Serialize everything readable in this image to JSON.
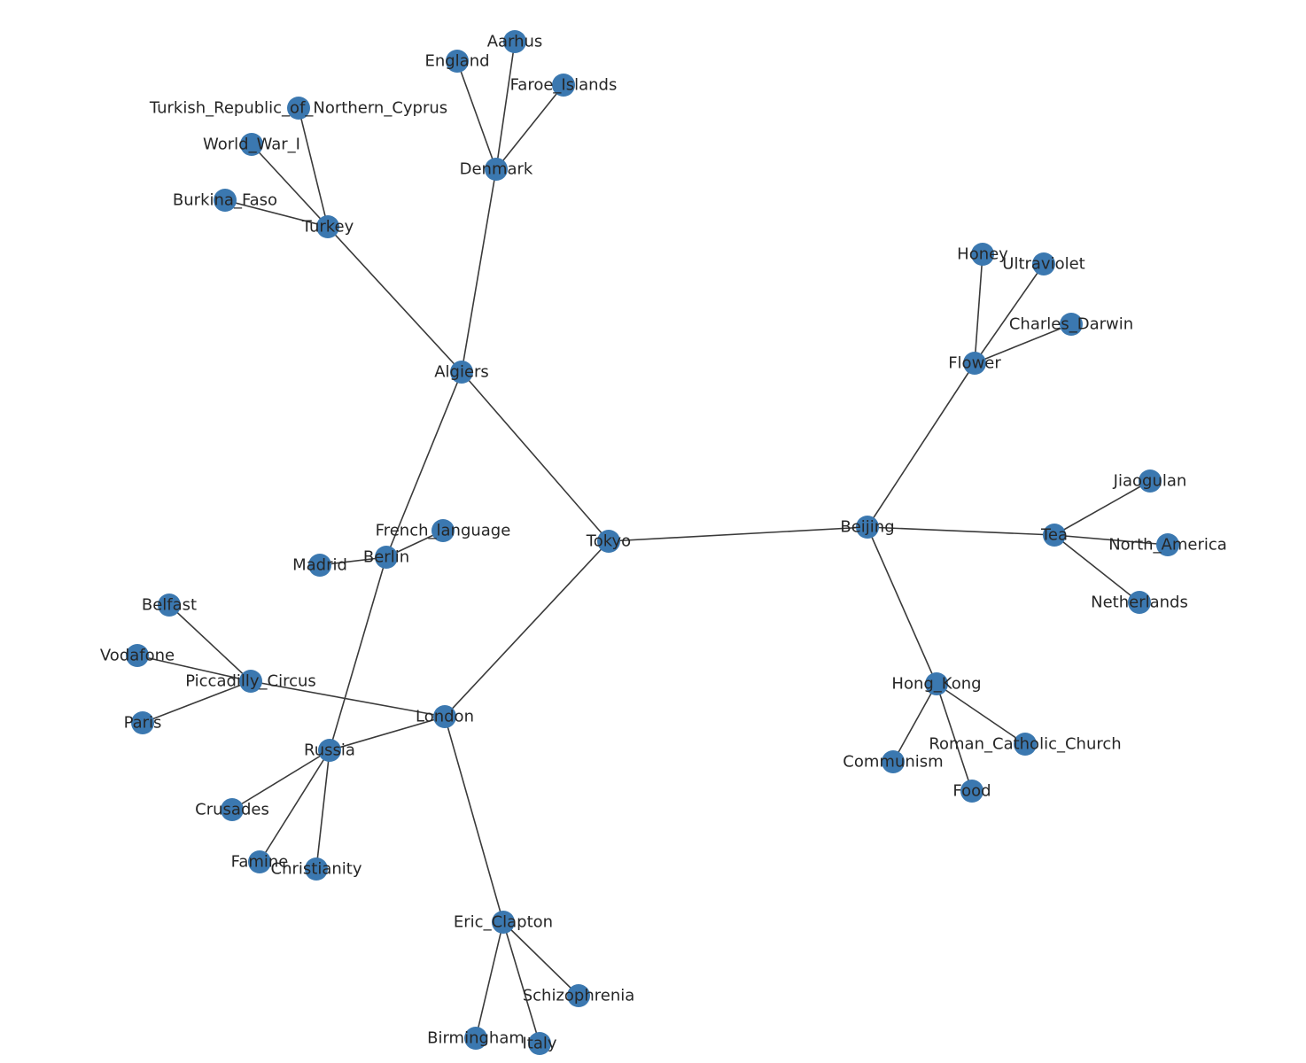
{
  "graph": {
    "node_color": "#3b78b0",
    "edge_color": "#3a3a3a",
    "nodes": [
      "Aarhus",
      "England",
      "Faroe_Islands",
      "Denmark",
      "Turkish_Republic_of_Northern_Cyprus",
      "World_War_I",
      "Burkina_Faso",
      "Turkey",
      "Algiers",
      "Honey",
      "Ultraviolet",
      "Charles_Darwin",
      "Flower",
      "Jiaogulan",
      "Tea",
      "North_America",
      "Netherlands",
      "Beijing",
      "Tokyo",
      "French_language",
      "Berlin",
      "Madrid",
      "Belfast",
      "Vodafone",
      "Piccadilly_Circus",
      "Paris",
      "London",
      "Russia",
      "Crusades",
      "Famine",
      "Christianity",
      "Eric_Clapton",
      "Schizophrenia",
      "Birmingham",
      "Italy",
      "Hong_Kong",
      "Roman_Catholic_Church",
      "Communism",
      "Food"
    ],
    "edges": [
      [
        "Denmark",
        "Aarhus"
      ],
      [
        "Denmark",
        "England"
      ],
      [
        "Denmark",
        "Faroe_Islands"
      ],
      [
        "Denmark",
        "Algiers"
      ],
      [
        "Turkey",
        "Turkish_Republic_of_Northern_Cyprus"
      ],
      [
        "Turkey",
        "World_War_I"
      ],
      [
        "Turkey",
        "Burkina_Faso"
      ],
      [
        "Turkey",
        "Algiers"
      ],
      [
        "Algiers",
        "Tokyo"
      ],
      [
        "Algiers",
        "Berlin"
      ],
      [
        "Berlin",
        "French_language"
      ],
      [
        "Berlin",
        "Madrid"
      ],
      [
        "Berlin",
        "Russia"
      ],
      [
        "Tokyo",
        "Beijing"
      ],
      [
        "Tokyo",
        "London"
      ],
      [
        "London",
        "Piccadilly_Circus"
      ],
      [
        "London",
        "Russia"
      ],
      [
        "London",
        "Eric_Clapton"
      ],
      [
        "Piccadilly_Circus",
        "Belfast"
      ],
      [
        "Piccadilly_Circus",
        "Vodafone"
      ],
      [
        "Piccadilly_Circus",
        "Paris"
      ],
      [
        "Russia",
        "Crusades"
      ],
      [
        "Russia",
        "Famine"
      ],
      [
        "Russia",
        "Christianity"
      ],
      [
        "Eric_Clapton",
        "Schizophrenia"
      ],
      [
        "Eric_Clapton",
        "Birmingham"
      ],
      [
        "Eric_Clapton",
        "Italy"
      ],
      [
        "Beijing",
        "Flower"
      ],
      [
        "Beijing",
        "Tea"
      ],
      [
        "Beijing",
        "Hong_Kong"
      ],
      [
        "Flower",
        "Honey"
      ],
      [
        "Flower",
        "Ultraviolet"
      ],
      [
        "Flower",
        "Charles_Darwin"
      ],
      [
        "Tea",
        "Jiaogulan"
      ],
      [
        "Tea",
        "North_America"
      ],
      [
        "Tea",
        "Netherlands"
      ],
      [
        "Hong_Kong",
        "Roman_Catholic_Church"
      ],
      [
        "Hong_Kong",
        "Communism"
      ],
      [
        "Hong_Kong",
        "Food"
      ]
    ]
  }
}
